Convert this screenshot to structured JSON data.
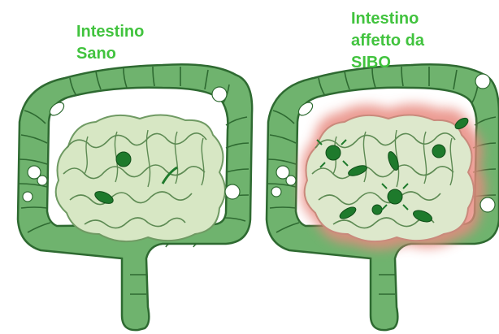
{
  "panels": {
    "healthy": {
      "title_lines": [
        "Intestino",
        "Sano"
      ]
    },
    "sibo": {
      "title_lines": [
        "Intestino",
        "affetto da",
        "SIBO"
      ]
    }
  },
  "colors": {
    "label_green": "#41c33e",
    "colon_green": "#6fb36e",
    "colon_outline": "#2e6a31",
    "small_intestine": "#d7e7c4",
    "inflammation": "#e88a80",
    "bacteria": "#1e7a2c"
  },
  "icons": [
    "healthy-intestine-illustration",
    "sibo-intestine-illustration",
    "bacteria-icon",
    "bubble-icon"
  ]
}
